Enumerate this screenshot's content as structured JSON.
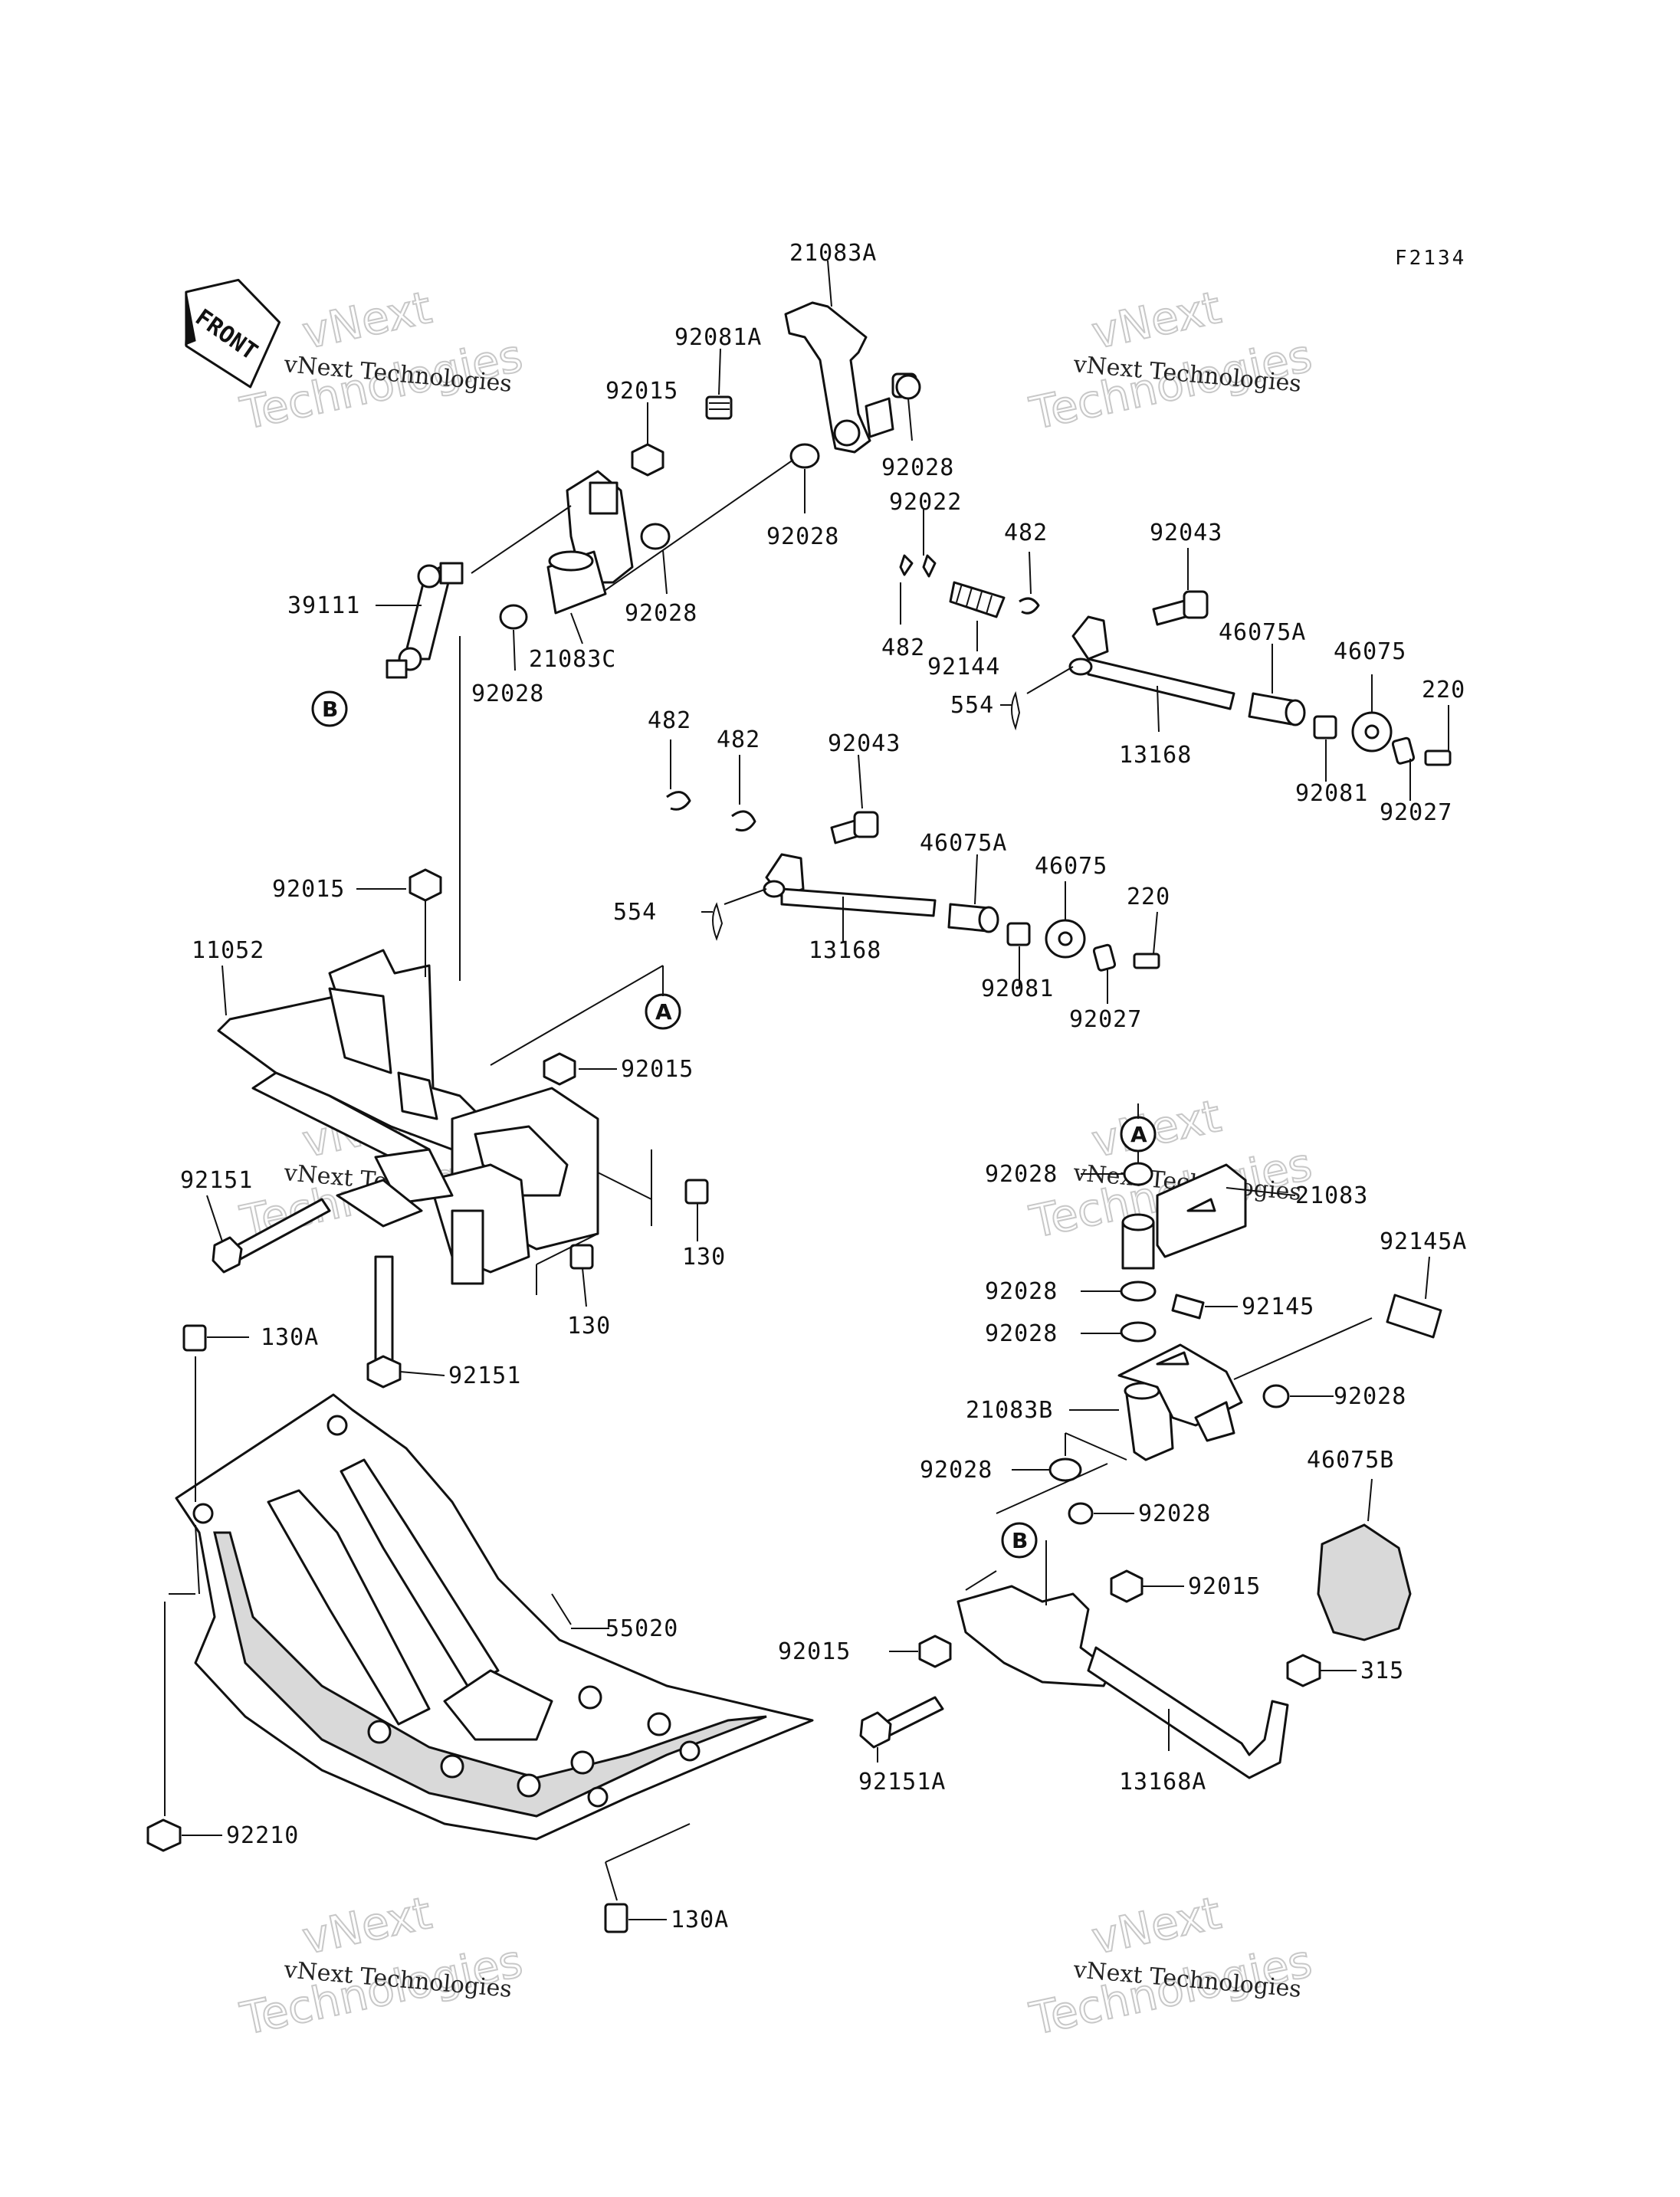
{
  "figure_code": "F2134",
  "front_label": "FRONT",
  "watermark": {
    "company": "vNext Technologies",
    "line1": "vNext",
    "line2": "Technologies"
  },
  "references": [
    "A",
    "B"
  ],
  "part_labels": [
    "21083A",
    "92081A",
    "92015",
    "92028",
    "92028",
    "92028",
    "92028",
    "39111",
    "21083C",
    "92022",
    "482",
    "92144",
    "482",
    "92043",
    "554",
    "13168",
    "46075A",
    "46075",
    "220",
    "92081",
    "92027",
    "482",
    "482",
    "92043",
    "554",
    "13168",
    "46075A",
    "46075",
    "220",
    "92081",
    "92027",
    "92015",
    "11052",
    "92015",
    "92151",
    "130",
    "130",
    "130A",
    "92151",
    "55020",
    "92210",
    "130A",
    "92028",
    "21083",
    "92145A",
    "92028",
    "92145",
    "92028",
    "21083B",
    "92028",
    "92028",
    "92028",
    "46075B",
    "92015",
    "92015",
    "315",
    "92151A",
    "13168A"
  ]
}
